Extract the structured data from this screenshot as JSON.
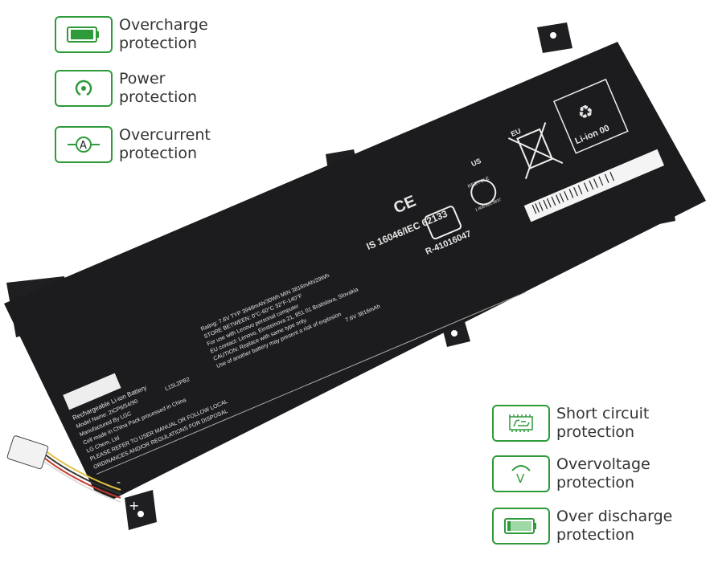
{
  "features_left": [
    {
      "icon": "battery-full-icon",
      "line1": "Overcharge",
      "line2": "protection"
    },
    {
      "icon": "power-icon",
      "line1": "Power",
      "line2": "protection"
    },
    {
      "icon": "ammeter-icon",
      "line1": "Overcurrent",
      "line2": "protection"
    }
  ],
  "features_right": [
    {
      "icon": "circuit-board-icon",
      "line1": "Short circuit",
      "line2": "protection"
    },
    {
      "icon": "voltage-icon",
      "line1": "Overvoltage",
      "line2": "protection"
    },
    {
      "icon": "battery-low-icon",
      "line1": "Over discharge",
      "line2": "protection"
    }
  ],
  "battery": {
    "label_lines": [
      "Rechargeable Li-ion Battery",
      "Model Name: 2ICP6/54/90",
      "L15L2PB2",
      "Manufactured By LGC",
      "Cell made in China  Pack processed in China",
      "LG Chem, Ltd",
      "PLEASE REFER TO USER MANUAL OR FOLLOW LOCAL",
      "ORDINANCES AND/OR REGULATIONS FOR DISPOSAL"
    ],
    "rating_lines": [
      "Rating: 7.6V  TYP 3948mAh/30Wh MIN 3816mAh/29Wh",
      "STORE BETWEEN: 0°C-60°C  32°F-140°F",
      "For use with Lenovo personal computer",
      "EU contact: Lenovo, Einsteinova 21, 851 01 Bratislava, Slovakia",
      "CAUTION: Replace with same type only.",
      "Use of another battery may present a risk of explosion",
      "7.6V  3816mAh"
    ],
    "cert_text": "IS 16046/IEC 62133",
    "reg_number": "R-41016047",
    "eu_label": "EU",
    "recycle_label": "RECYCLE",
    "recycle_phone": "1.800.822.8837",
    "liion_label": "Li-ion 00",
    "ul_label": "US",
    "plus": "+",
    "minus": "-"
  },
  "colors": {
    "accent": "#2e9a3a",
    "battery": "#1c1c1e",
    "text": "#333333"
  }
}
